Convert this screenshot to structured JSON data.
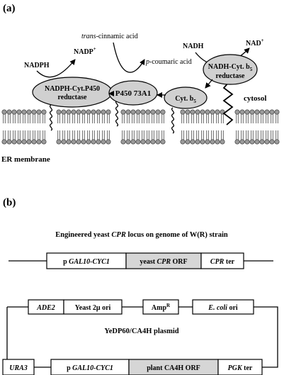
{
  "panel_a": {
    "label": "(a)",
    "nadph": "NADPH",
    "nadp_base": "NADP",
    "nadp_sup": "+",
    "trans_it": "trans",
    "trans_rest": "-cinnamic acid",
    "p_it": "p",
    "p_rest": "-coumaric acid",
    "nadh": "NADH",
    "nad_base": "NAD",
    "nad_sup": "+",
    "cpr_line1": "NADPH-Cyt.P450",
    "cpr_line2": "reductase",
    "p450": "P450 73A1",
    "cytb5_base": "Cyt. b",
    "cytb5_sub": "5",
    "b5red_line1_base": "NADH-Cyt. b",
    "b5red_line1_sub": "5",
    "b5red_line2": "reductase",
    "cytosol": "cytosol",
    "er_membrane": "ER membrane"
  },
  "panel_b": {
    "label": "(b)",
    "title_pre": "Engineered yeast ",
    "title_it": "CPR",
    "title_post": " locus on genome of W(R) strain",
    "locus": {
      "promoter_p": "p ",
      "promoter_it": "GAL10-CYC1",
      "orf_pre": "yeast ",
      "orf_it": "CPR",
      "orf_post": " ORF",
      "ter_it": "CPR",
      "ter_post": " ter"
    },
    "plasmid": {
      "ade2": "ADE2",
      "ori_2mu": "Yeast 2μ ori",
      "amp_base": "Amp",
      "amp_sup": "R",
      "ecoli_it": "E. coli",
      "ecoli_post": " ori",
      "name": "YeDP60/CA4H plasmid",
      "ura3": "URA3",
      "promoter_p": "p ",
      "promoter_it": "GAL10-CYC1",
      "orf": "plant CA4H ORF",
      "ter_it": "PGK",
      "ter_post": " ter"
    }
  }
}
